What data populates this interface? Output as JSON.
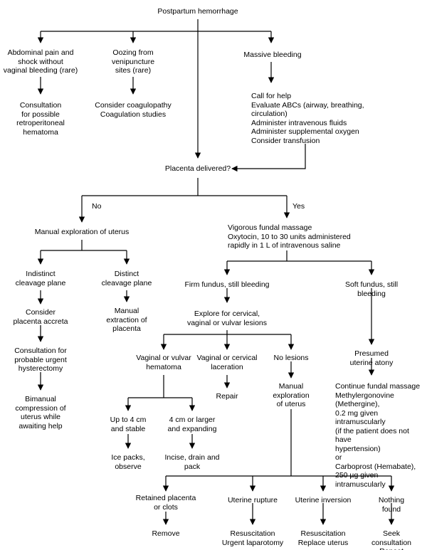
{
  "nodes": {
    "pph": "Postpartum hemorrhage",
    "abd": "Abdominal pain and\nshock without\nvaginal bleeding (rare)",
    "ooze": "Oozing from\nvenipuncture\nsites (rare)",
    "massive": "Massive bleeding",
    "consult_retro": "Consultation\nfor possible\nretroperitoneal\nhematoma",
    "coag": "Consider coagulopathy\nCoagulation studies",
    "callhelp": "Call for help\nEvaluate ABCs (airway, breathing,\n     circulation)\nAdminister intravenous fluids\nAdminister supplemental oxygen\nConsider transfusion",
    "placenta": "Placenta delivered?",
    "no": "No",
    "yes": "Yes",
    "manual_expl": "Manual exploration of uterus",
    "vigorous": "Vigorous fundal massage\nOxytocin, 10 to 30 units administered\nrapidly in 1 L of intravenous saline",
    "indistinct": "Indistinct\ncleavage plane",
    "distinct": "Distinct\ncleavage plane",
    "firm": "Firm fundus, still bleeding",
    "soft": "Soft fundus, still bleeding",
    "accreta": "Consider\nplacenta accreta",
    "manual_extr": "Manual\nextraction of\nplacenta",
    "explore": "Explore for cervical,\nvaginal or vulvar lesions",
    "consult_hyst": "Consultation for\nprobable urgent\nhysterectomy",
    "vv_hematoma": "Vaginal or vulvar\nhematoma",
    "vc_laceration": "Vaginal or cervical\nlaceration",
    "no_lesions": "No lesions",
    "atony": "Presumed uterine atony",
    "repair": "Repair",
    "manual_expl2": "Manual\nexploration\nof uterus",
    "bimanual": "Bimanual\ncompression of\nuterus while\nawaiting help",
    "continue": "Continue fundal massage\nMethylergonovine (Methergine),\n0.2 mg given intramuscularly\n(if the patient does not have\nhypertension)\n    or\nCarboprost (Hemabate),\n250 µg given intramuscularly",
    "upto4": "Up to 4 cm\nand stable",
    "4larger": "4 cm or larger\nand expanding",
    "icepacks": "Ice packs,\nobserve",
    "incise": "Incise, drain and\npack",
    "retained": "Retained placenta\nor clots",
    "rupture": "Uterine rupture",
    "inversion": "Uterine inversion",
    "nothing": "Nothing found",
    "remove": "Remove",
    "resus_lap": "Resuscitation\nUrgent laparotomy",
    "resus_replace": "Resuscitation\nReplace uterus",
    "seek": "Seek consultation\nRepeat algorithm"
  }
}
